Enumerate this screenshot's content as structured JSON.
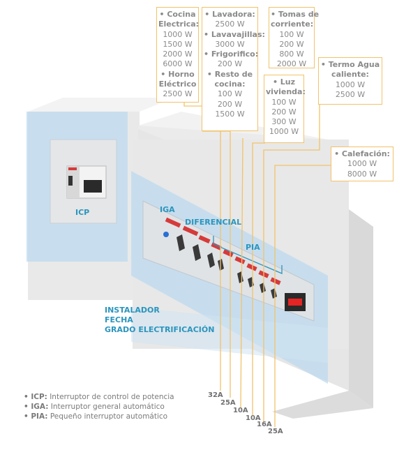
{
  "boxes": {
    "cocina": {
      "lines": [
        {
          "t": "• Cocina",
          "h": true
        },
        {
          "t": "Electrica:",
          "h": true
        },
        {
          "t": "1000 W"
        },
        {
          "t": "1500 W"
        },
        {
          "t": "2000 W"
        },
        {
          "t": "6000 W"
        },
        {
          "t": "• Horno",
          "h": true
        },
        {
          "t": "Eléctrico",
          "h": true
        },
        {
          "t": "2500 W"
        }
      ]
    },
    "lavadora": {
      "lines": [
        {
          "t": "• Lavadora:",
          "h": true
        },
        {
          "t": "2500 W"
        },
        {
          "t": "• Lavavajillas:",
          "h": true
        },
        {
          "t": "3000 W"
        },
        {
          "t": "• Frigorifico:",
          "h": true
        },
        {
          "t": "200 W"
        },
        {
          "t": "• Resto de",
          "h": true
        },
        {
          "t": "cocina:",
          "h": true
        },
        {
          "t": "100 W"
        },
        {
          "t": "200 W"
        },
        {
          "t": "1500 W"
        }
      ]
    },
    "tomas": {
      "lines": [
        {
          "t": "• Tomas de",
          "h": true
        },
        {
          "t": "corriente:",
          "h": true
        },
        {
          "t": "100 W"
        },
        {
          "t": "200 W"
        },
        {
          "t": "800 W"
        },
        {
          "t": "2000 W"
        }
      ]
    },
    "luz": {
      "lines": [
        {
          "t": "• Luz",
          "h": true
        },
        {
          "t": "vivienda:",
          "h": true
        },
        {
          "t": "100 W"
        },
        {
          "t": "200 W"
        },
        {
          "t": "300 W"
        },
        {
          "t": "1000 W"
        }
      ]
    },
    "termo": {
      "lines": [
        {
          "t": "• Termo Agua",
          "h": true
        },
        {
          "t": "caliente:",
          "h": true
        },
        {
          "t": "1000 W"
        },
        {
          "t": "2500 W"
        }
      ]
    },
    "calefaccion": {
      "lines": [
        {
          "t": "• Calefación:",
          "h": true
        },
        {
          "t": "1000 W"
        },
        {
          "t": "8000 W"
        }
      ]
    }
  },
  "labels": {
    "icp": "ICP",
    "iga": "IGA",
    "diferencial": "DIFERENCIAL",
    "pia": "PIA",
    "instalador": "INSTALADOR",
    "fecha": "FECHA",
    "grado": "GRADO ELECTRIFICACIÓN"
  },
  "amps": [
    "32A",
    "25A",
    "10A",
    "10A",
    "16A",
    "25A"
  ],
  "legend": [
    {
      "abbr": "• ICP:",
      "text": " Interruptor de control de potencia"
    },
    {
      "abbr": "• IGA:",
      "text": " Interruptor general automático"
    },
    {
      "abbr": "• PIA:",
      "text": " Pequeño interruptor automático"
    }
  ],
  "colors": {
    "box_border": "#f2c26a",
    "accent_blue": "#2b95bd",
    "breaker_red": "#d63a3a",
    "display_red": "#e52424"
  }
}
